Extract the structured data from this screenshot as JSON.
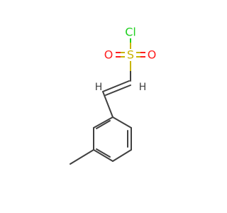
{
  "molecule": {
    "atoms": {
      "cl": {
        "symbol": "Cl",
        "color": "#1fd01f"
      },
      "s": {
        "symbol": "S",
        "color": "#c8b400"
      },
      "o_left": {
        "symbol": "O",
        "color": "#ff2020"
      },
      "o_right": {
        "symbol": "O",
        "color": "#ff2020"
      },
      "h_alpha": {
        "symbol": "H",
        "color": "#404040"
      },
      "h_beta": {
        "symbol": "H",
        "color": "#404040"
      }
    },
    "bond_color": "#404040"
  }
}
